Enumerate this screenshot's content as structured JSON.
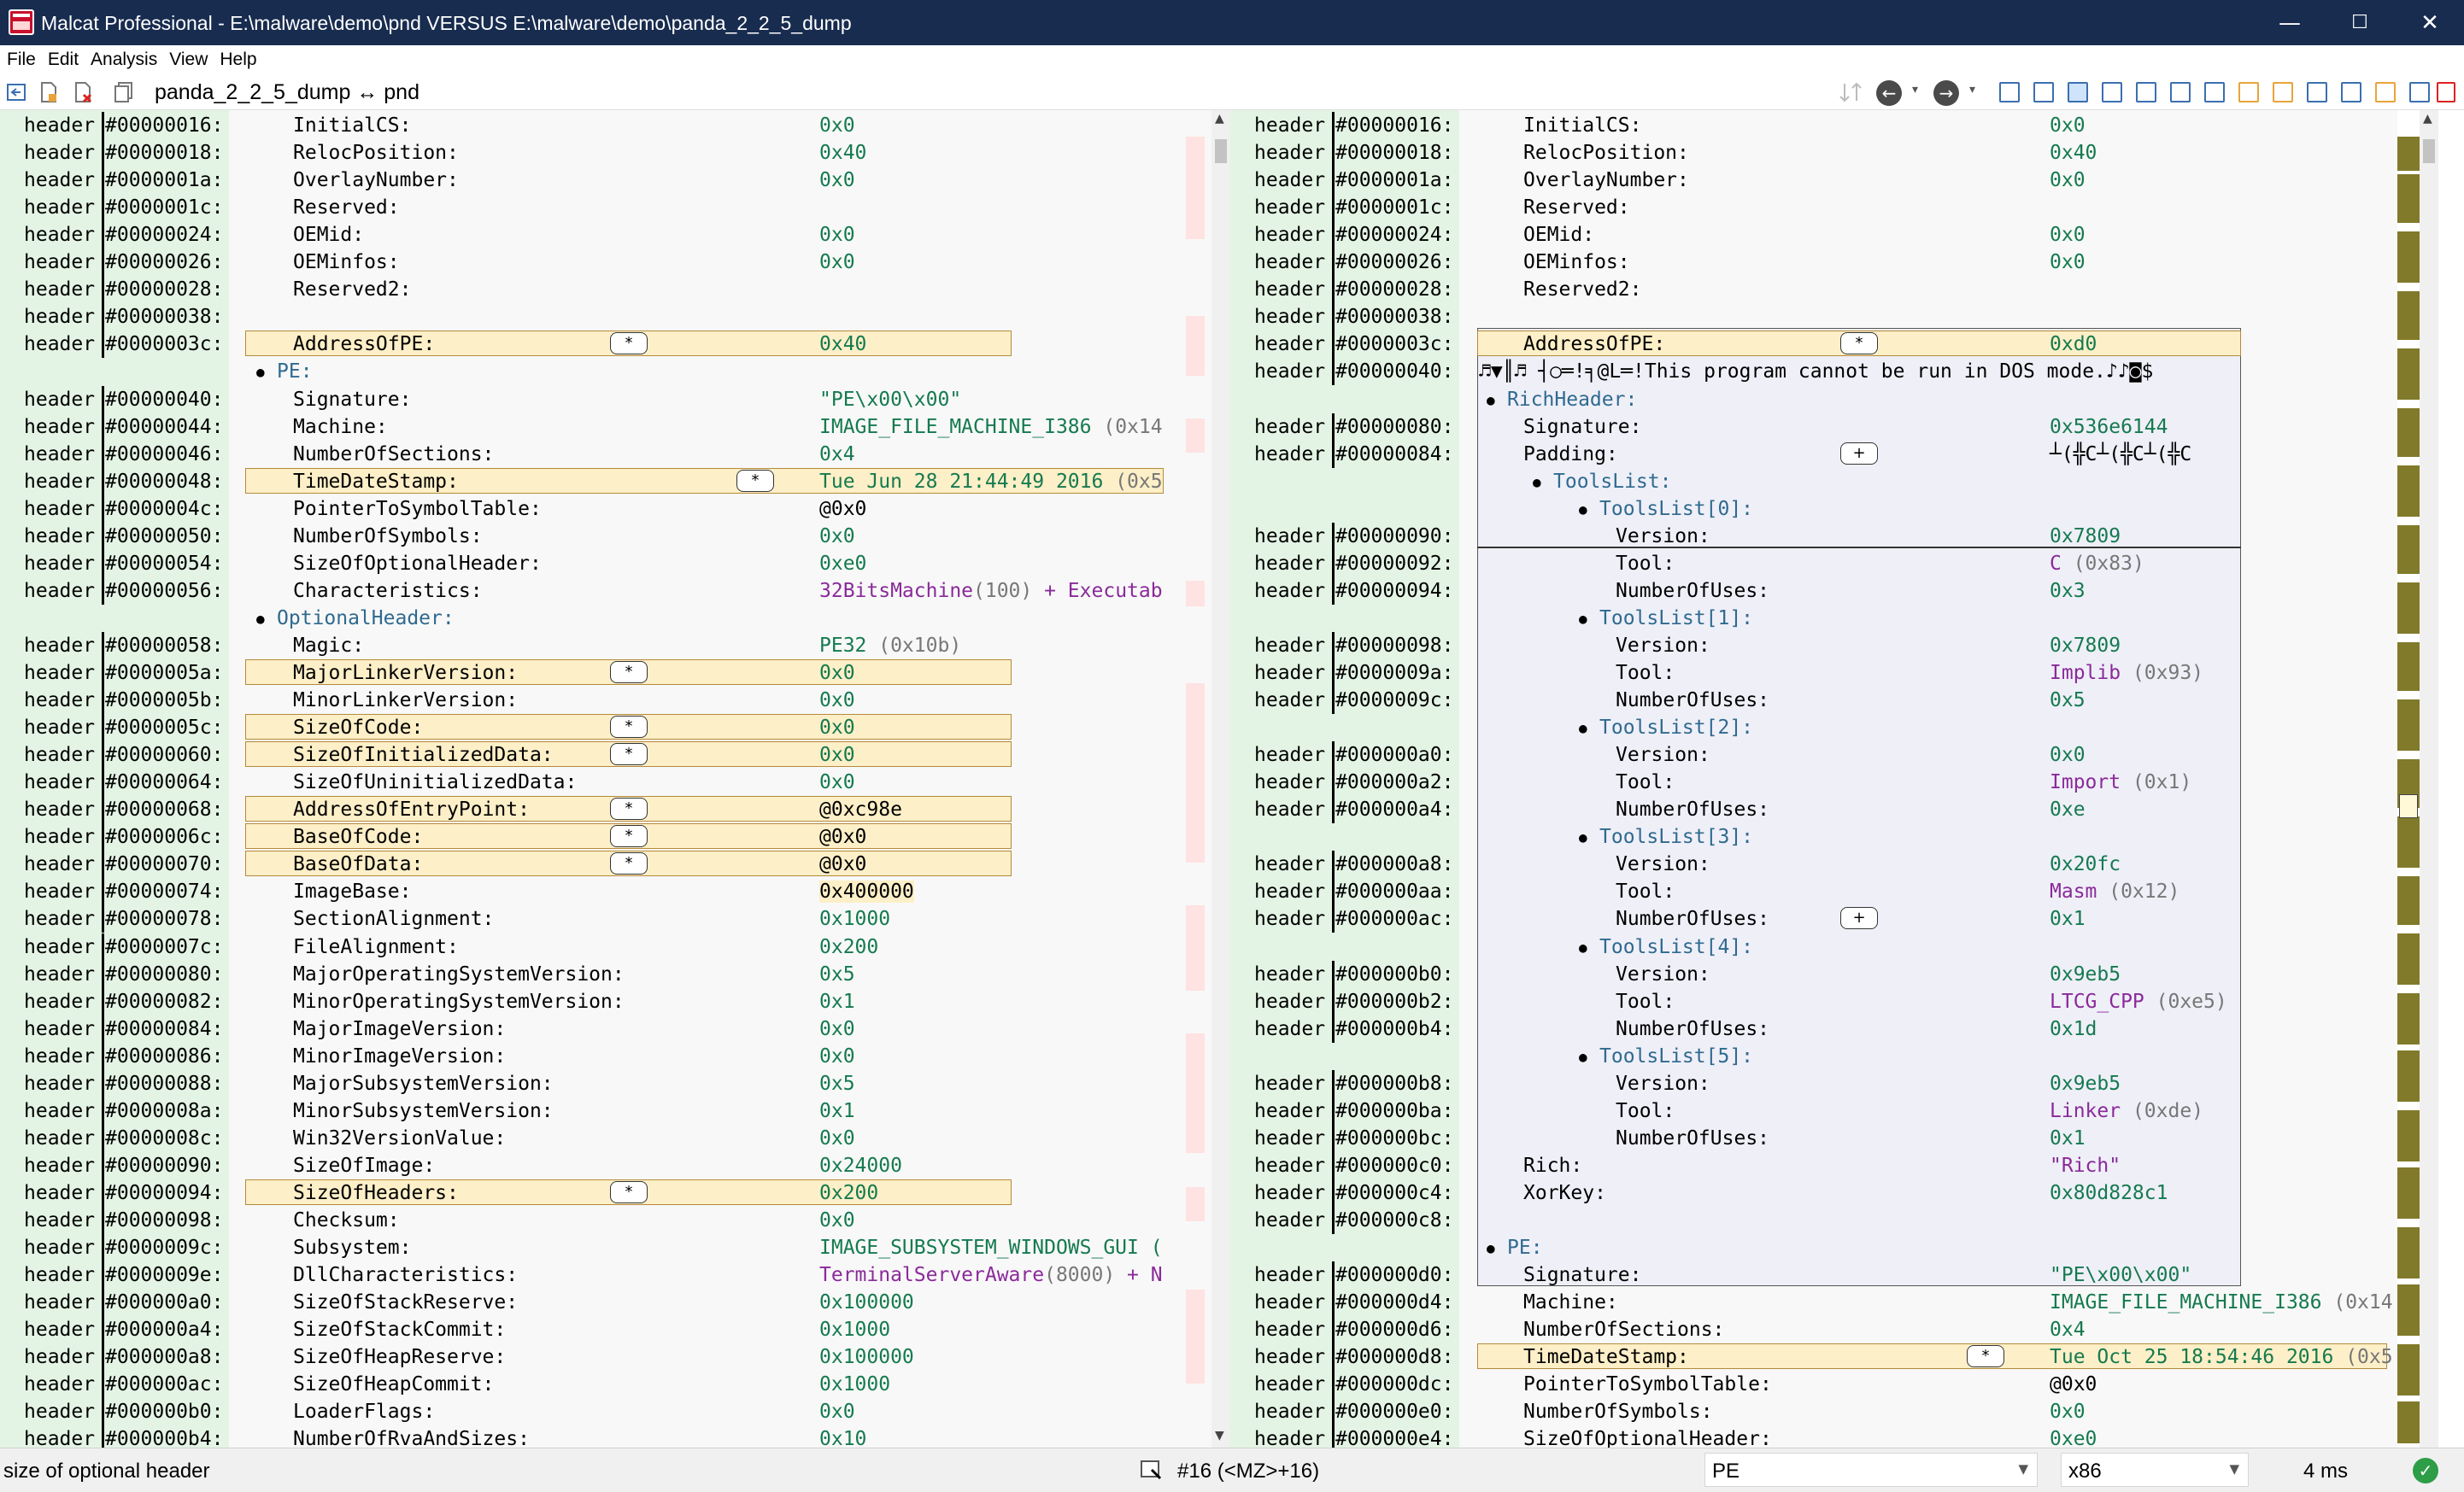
{
  "window": {
    "title": "Malcat Professional - E:\\malware\\demo\\pnd VERSUS E:\\malware\\demo\\panda_2_2_5_dump",
    "minimize": "—",
    "maximize": "☐",
    "close": "✕"
  },
  "menu": [
    "File",
    "Edit",
    "Analysis",
    "View",
    "Help"
  ],
  "toolbar": {
    "tab_title": "panda_2_2_5_dump ↔ pnd",
    "back_glyph": "←",
    "forward_glyph": "→",
    "dropdown_glyph": "▾"
  },
  "seg_label": "header",
  "left_pane": {
    "rows": [
      {
        "addr": "#00000016:",
        "name": "InitialCS:",
        "ind": 1,
        "value": "0x0"
      },
      {
        "addr": "#00000018:",
        "name": "RelocPosition:",
        "ind": 1,
        "value": "0x40"
      },
      {
        "addr": "#0000001a:",
        "name": "OverlayNumber:",
        "ind": 1,
        "value": "0x0"
      },
      {
        "addr": "#0000001c:",
        "name": "Reserved:",
        "ind": 1,
        "value": ""
      },
      {
        "addr": "#00000024:",
        "name": "OEMid:",
        "ind": 1,
        "value": "0x0"
      },
      {
        "addr": "#00000026:",
        "name": "OEMinfos:",
        "ind": 1,
        "value": "0x0"
      },
      {
        "addr": "#00000028:",
        "name": "Reserved2:",
        "ind": 1,
        "value": ""
      },
      {
        "addr": "#00000038:",
        "name": "",
        "ind": 1,
        "value": ""
      },
      {
        "addr": "#0000003c:",
        "name": "AddressOfPE:",
        "ind": 1,
        "value": "0x40",
        "hl": true,
        "badge": "*"
      },
      {
        "addr": "",
        "name": "PE:",
        "ind": 0,
        "struct": true
      },
      {
        "addr": "#00000040:",
        "name": "Signature:",
        "ind": 1,
        "value": "\"PE\\x00\\x00\""
      },
      {
        "addr": "#00000044:",
        "name": "Machine:",
        "ind": 1,
        "value": "IMAGE_FILE_MACHINE_I386",
        "paren": " (0x14"
      },
      {
        "addr": "#00000046:",
        "name": "NumberOfSections:",
        "ind": 1,
        "value": "0x4"
      },
      {
        "addr": "#00000048:",
        "name": "TimeDateStamp:",
        "ind": 1,
        "value": "Tue Jun 28 21:44:49 2016",
        "paren": " (0x5",
        "hl": true,
        "badge": "*",
        "wide": true
      },
      {
        "addr": "#0000004c:",
        "name": "PointerToSymbolTable:",
        "ind": 1,
        "value": "@0x0",
        "black": true
      },
      {
        "addr": "#00000050:",
        "name": "NumberOfSymbols:",
        "ind": 1,
        "value": "0x0"
      },
      {
        "addr": "#00000054:",
        "name": "SizeOfOptionalHeader:",
        "ind": 1,
        "value": "0xe0"
      },
      {
        "addr": "#00000056:",
        "name": "Characteristics:",
        "ind": 1,
        "value": "32BitsMachine",
        "paren": "(100)",
        "rest": " + Executab",
        "purple": true
      },
      {
        "addr": "",
        "name": "OptionalHeader:",
        "ind": 0,
        "struct": true
      },
      {
        "addr": "#00000058:",
        "name": "Magic:",
        "ind": 1,
        "value": "PE32",
        "paren": " (0x10b)"
      },
      {
        "addr": "#0000005a:",
        "name": "MajorLinkerVersion:",
        "ind": 1,
        "value": "0x0",
        "hl": true,
        "badge": "*"
      },
      {
        "addr": "#0000005b:",
        "name": "MinorLinkerVersion:",
        "ind": 1,
        "value": "0x0"
      },
      {
        "addr": "#0000005c:",
        "name": "SizeOfCode:",
        "ind": 1,
        "value": "0x0",
        "hl": true,
        "badge": "*"
      },
      {
        "addr": "#00000060:",
        "name": "SizeOfInitializedData:",
        "ind": 1,
        "value": "0x0",
        "hl": true,
        "badge": "*"
      },
      {
        "addr": "#00000064:",
        "name": "SizeOfUninitializedData:",
        "ind": 1,
        "value": "0x0"
      },
      {
        "addr": "#00000068:",
        "name": "AddressOfEntryPoint:",
        "ind": 1,
        "value": "@0xc98e",
        "hl": true,
        "badge": "*",
        "black": true
      },
      {
        "addr": "#0000006c:",
        "name": "BaseOfCode:",
        "ind": 1,
        "value": "@0x0",
        "hl": true,
        "badge": "*",
        "black": true
      },
      {
        "addr": "#00000070:",
        "name": "BaseOfData:",
        "ind": 1,
        "value": "@0x0",
        "hl": true,
        "badge": "*",
        "black": true
      },
      {
        "addr": "#00000074:",
        "name": "ImageBase:",
        "ind": 1,
        "value": "0x400000",
        "black": true,
        "tint": true
      },
      {
        "addr": "#00000078:",
        "name": "SectionAlignment:",
        "ind": 1,
        "value": "0x1000"
      },
      {
        "addr": "#0000007c:",
        "name": "FileAlignment:",
        "ind": 1,
        "value": "0x200"
      },
      {
        "addr": "#00000080:",
        "name": "MajorOperatingSystemVersion:",
        "ind": 1,
        "value": "0x5"
      },
      {
        "addr": "#00000082:",
        "name": "MinorOperatingSystemVersion:",
        "ind": 1,
        "value": "0x1"
      },
      {
        "addr": "#00000084:",
        "name": "MajorImageVersion:",
        "ind": 1,
        "value": "0x0"
      },
      {
        "addr": "#00000086:",
        "name": "MinorImageVersion:",
        "ind": 1,
        "value": "0x0"
      },
      {
        "addr": "#00000088:",
        "name": "MajorSubsystemVersion:",
        "ind": 1,
        "value": "0x5"
      },
      {
        "addr": "#0000008a:",
        "name": "MinorSubsystemVersion:",
        "ind": 1,
        "value": "0x1"
      },
      {
        "addr": "#0000008c:",
        "name": "Win32VersionValue:",
        "ind": 1,
        "value": "0x0"
      },
      {
        "addr": "#00000090:",
        "name": "SizeOfImage:",
        "ind": 1,
        "value": "0x24000"
      },
      {
        "addr": "#00000094:",
        "name": "SizeOfHeaders:",
        "ind": 1,
        "value": "0x200",
        "hl": true,
        "badge": "*"
      },
      {
        "addr": "#00000098:",
        "name": "Checksum:",
        "ind": 1,
        "value": "0x0"
      },
      {
        "addr": "#0000009c:",
        "name": "Subsystem:",
        "ind": 1,
        "value": "IMAGE_SUBSYSTEM_WINDOWS_GUI",
        "rest": " ("
      },
      {
        "addr": "#0000009e:",
        "name": "DllCharacteristics:",
        "ind": 1,
        "value": "TerminalServerAware",
        "paren": "(8000)",
        "rest": " + N",
        "purple": true
      },
      {
        "addr": "#000000a0:",
        "name": "SizeOfStackReserve:",
        "ind": 1,
        "value": "0x100000"
      },
      {
        "addr": "#000000a4:",
        "name": "SizeOfStackCommit:",
        "ind": 1,
        "value": "0x1000"
      },
      {
        "addr": "#000000a8:",
        "name": "SizeOfHeapReserve:",
        "ind": 1,
        "value": "0x100000"
      },
      {
        "addr": "#000000ac:",
        "name": "SizeOfHeapCommit:",
        "ind": 1,
        "value": "0x1000"
      },
      {
        "addr": "#000000b0:",
        "name": "LoaderFlags:",
        "ind": 1,
        "value": "0x0"
      },
      {
        "addr": "#000000b4:",
        "name": "NumberOfRvaAndSizes:",
        "ind": 1,
        "value": "0x10"
      }
    ]
  },
  "right_pane": {
    "dos_stub_text": "♬▼║♬ ┤○═!╕@L═!This program cannot be run in DOS mode.♪♪◙$",
    "rows": [
      {
        "addr": "#00000016:",
        "name": "InitialCS:",
        "ind": 1,
        "value": "0x0"
      },
      {
        "addr": "#00000018:",
        "name": "RelocPosition:",
        "ind": 1,
        "value": "0x40"
      },
      {
        "addr": "#0000001a:",
        "name": "OverlayNumber:",
        "ind": 1,
        "value": "0x0"
      },
      {
        "addr": "#0000001c:",
        "name": "Reserved:",
        "ind": 1,
        "value": ""
      },
      {
        "addr": "#00000024:",
        "name": "OEMid:",
        "ind": 1,
        "value": "0x0"
      },
      {
        "addr": "#00000026:",
        "name": "OEMinfos:",
        "ind": 1,
        "value": "0x0"
      },
      {
        "addr": "#00000028:",
        "name": "Reserved2:",
        "ind": 1,
        "value": ""
      },
      {
        "addr": "#00000038:",
        "name": "",
        "ind": 1,
        "value": ""
      },
      {
        "addr": "#0000003c:",
        "name": "AddressOfPE:",
        "ind": 1,
        "value": "0xd0",
        "hl": true,
        "badge": "*"
      },
      {
        "addr": "#00000040:",
        "stub": true
      },
      {
        "addr": "",
        "name": "RichHeader:",
        "ind": 0,
        "struct": true
      },
      {
        "addr": "#00000080:",
        "name": "Signature:",
        "ind": 1,
        "value": "0x536e6144"
      },
      {
        "addr": "#00000084:",
        "name": "Padding:",
        "ind": 1,
        "value": "┴(╬C┴(╬C┴(╬C",
        "badge": "+",
        "black": true
      },
      {
        "addr": "",
        "name": "ToolsList:",
        "ind": 1,
        "struct": true
      },
      {
        "addr": "",
        "name": "ToolsList[0]:",
        "ind": 2,
        "struct": true
      },
      {
        "addr": "#00000090:",
        "name": "Version:",
        "ind": 3,
        "value": "0x7809"
      },
      {
        "addr": "#00000092:",
        "name": "Tool:",
        "ind": 3,
        "value": "C",
        "paren": " (0x83)",
        "purple": true
      },
      {
        "addr": "#00000094:",
        "name": "NumberOfUses:",
        "ind": 3,
        "value": "0x3"
      },
      {
        "addr": "",
        "name": "ToolsList[1]:",
        "ind": 2,
        "struct": true
      },
      {
        "addr": "#00000098:",
        "name": "Version:",
        "ind": 3,
        "value": "0x7809"
      },
      {
        "addr": "#0000009a:",
        "name": "Tool:",
        "ind": 3,
        "value": "Implib",
        "paren": " (0x93)",
        "purple": true
      },
      {
        "addr": "#0000009c:",
        "name": "NumberOfUses:",
        "ind": 3,
        "value": "0x5"
      },
      {
        "addr": "",
        "name": "ToolsList[2]:",
        "ind": 2,
        "struct": true
      },
      {
        "addr": "#000000a0:",
        "name": "Version:",
        "ind": 3,
        "value": "0x0"
      },
      {
        "addr": "#000000a2:",
        "name": "Tool:",
        "ind": 3,
        "value": "Import",
        "paren": " (0x1)",
        "purple": true
      },
      {
        "addr": "#000000a4:",
        "name": "NumberOfUses:",
        "ind": 3,
        "value": "0xe"
      },
      {
        "addr": "",
        "name": "ToolsList[3]:",
        "ind": 2,
        "struct": true
      },
      {
        "addr": "#000000a8:",
        "name": "Version:",
        "ind": 3,
        "value": "0x20fc"
      },
      {
        "addr": "#000000aa:",
        "name": "Tool:",
        "ind": 3,
        "value": "Masm",
        "paren": " (0x12)",
        "purple": true
      },
      {
        "addr": "#000000ac:",
        "name": "NumberOfUses:",
        "ind": 3,
        "value": "0x1",
        "badge": "+"
      },
      {
        "addr": "",
        "name": "ToolsList[4]:",
        "ind": 2,
        "struct": true
      },
      {
        "addr": "#000000b0:",
        "name": "Version:",
        "ind": 3,
        "value": "0x9eb5"
      },
      {
        "addr": "#000000b2:",
        "name": "Tool:",
        "ind": 3,
        "value": "LTCG_CPP",
        "paren": " (0xe5)",
        "purple": true
      },
      {
        "addr": "#000000b4:",
        "name": "NumberOfUses:",
        "ind": 3,
        "value": "0x1d"
      },
      {
        "addr": "",
        "name": "ToolsList[5]:",
        "ind": 2,
        "struct": true
      },
      {
        "addr": "#000000b8:",
        "name": "Version:",
        "ind": 3,
        "value": "0x9eb5"
      },
      {
        "addr": "#000000ba:",
        "name": "Tool:",
        "ind": 3,
        "value": "Linker",
        "paren": " (0xde)",
        "purple": true
      },
      {
        "addr": "#000000bc:",
        "name": "NumberOfUses:",
        "ind": 3,
        "value": "0x1"
      },
      {
        "addr": "#000000c0:",
        "name": "Rich:",
        "ind": 1,
        "value": "\"Rich\"",
        "purple": true
      },
      {
        "addr": "#000000c4:",
        "name": "XorKey:",
        "ind": 1,
        "value": "0x80d828c1"
      },
      {
        "addr": "#000000c8:",
        "name": "",
        "ind": 1,
        "value": ""
      },
      {
        "addr": "",
        "name": "PE:",
        "ind": 0,
        "struct": true
      },
      {
        "addr": "#000000d0:",
        "name": "Signature:",
        "ind": 1,
        "value": "\"PE\\x00\\x00\""
      },
      {
        "addr": "#000000d4:",
        "name": "Machine:",
        "ind": 1,
        "value": "IMAGE_FILE_MACHINE_I386",
        "paren": " (0x14"
      },
      {
        "addr": "#000000d6:",
        "name": "NumberOfSections:",
        "ind": 1,
        "value": "0x4"
      },
      {
        "addr": "#000000d8:",
        "name": "TimeDateStamp:",
        "ind": 1,
        "value": "Tue Oct 25 18:54:46 2016",
        "paren": " (0x5",
        "hl": true,
        "badge": "*",
        "wide": true
      },
      {
        "addr": "#000000dc:",
        "name": "PointerToSymbolTable:",
        "ind": 1,
        "value": "@0x0",
        "black": true
      },
      {
        "addr": "#000000e0:",
        "name": "NumberOfSymbols:",
        "ind": 1,
        "value": "0x0"
      },
      {
        "addr": "#000000e4:",
        "name": "SizeOfOptionalHeader:",
        "ind": 1,
        "value": "0xe0"
      }
    ]
  },
  "status": {
    "hint": "size of optional header",
    "location": "#16 (<MZ>+16)",
    "format": "PE",
    "arch": "x86",
    "timing": "4 ms",
    "ok_glyph": "✓"
  },
  "colors": {
    "titlebar": "#182c4f",
    "diff_highlight": "#fdefc7",
    "value_green": "#157a4f",
    "enum_purple": "#8a2a9a",
    "struct_blue": "#2f6a8f",
    "address_gutter": "#e4f4e4",
    "minimap_olive": "#817a2a"
  }
}
